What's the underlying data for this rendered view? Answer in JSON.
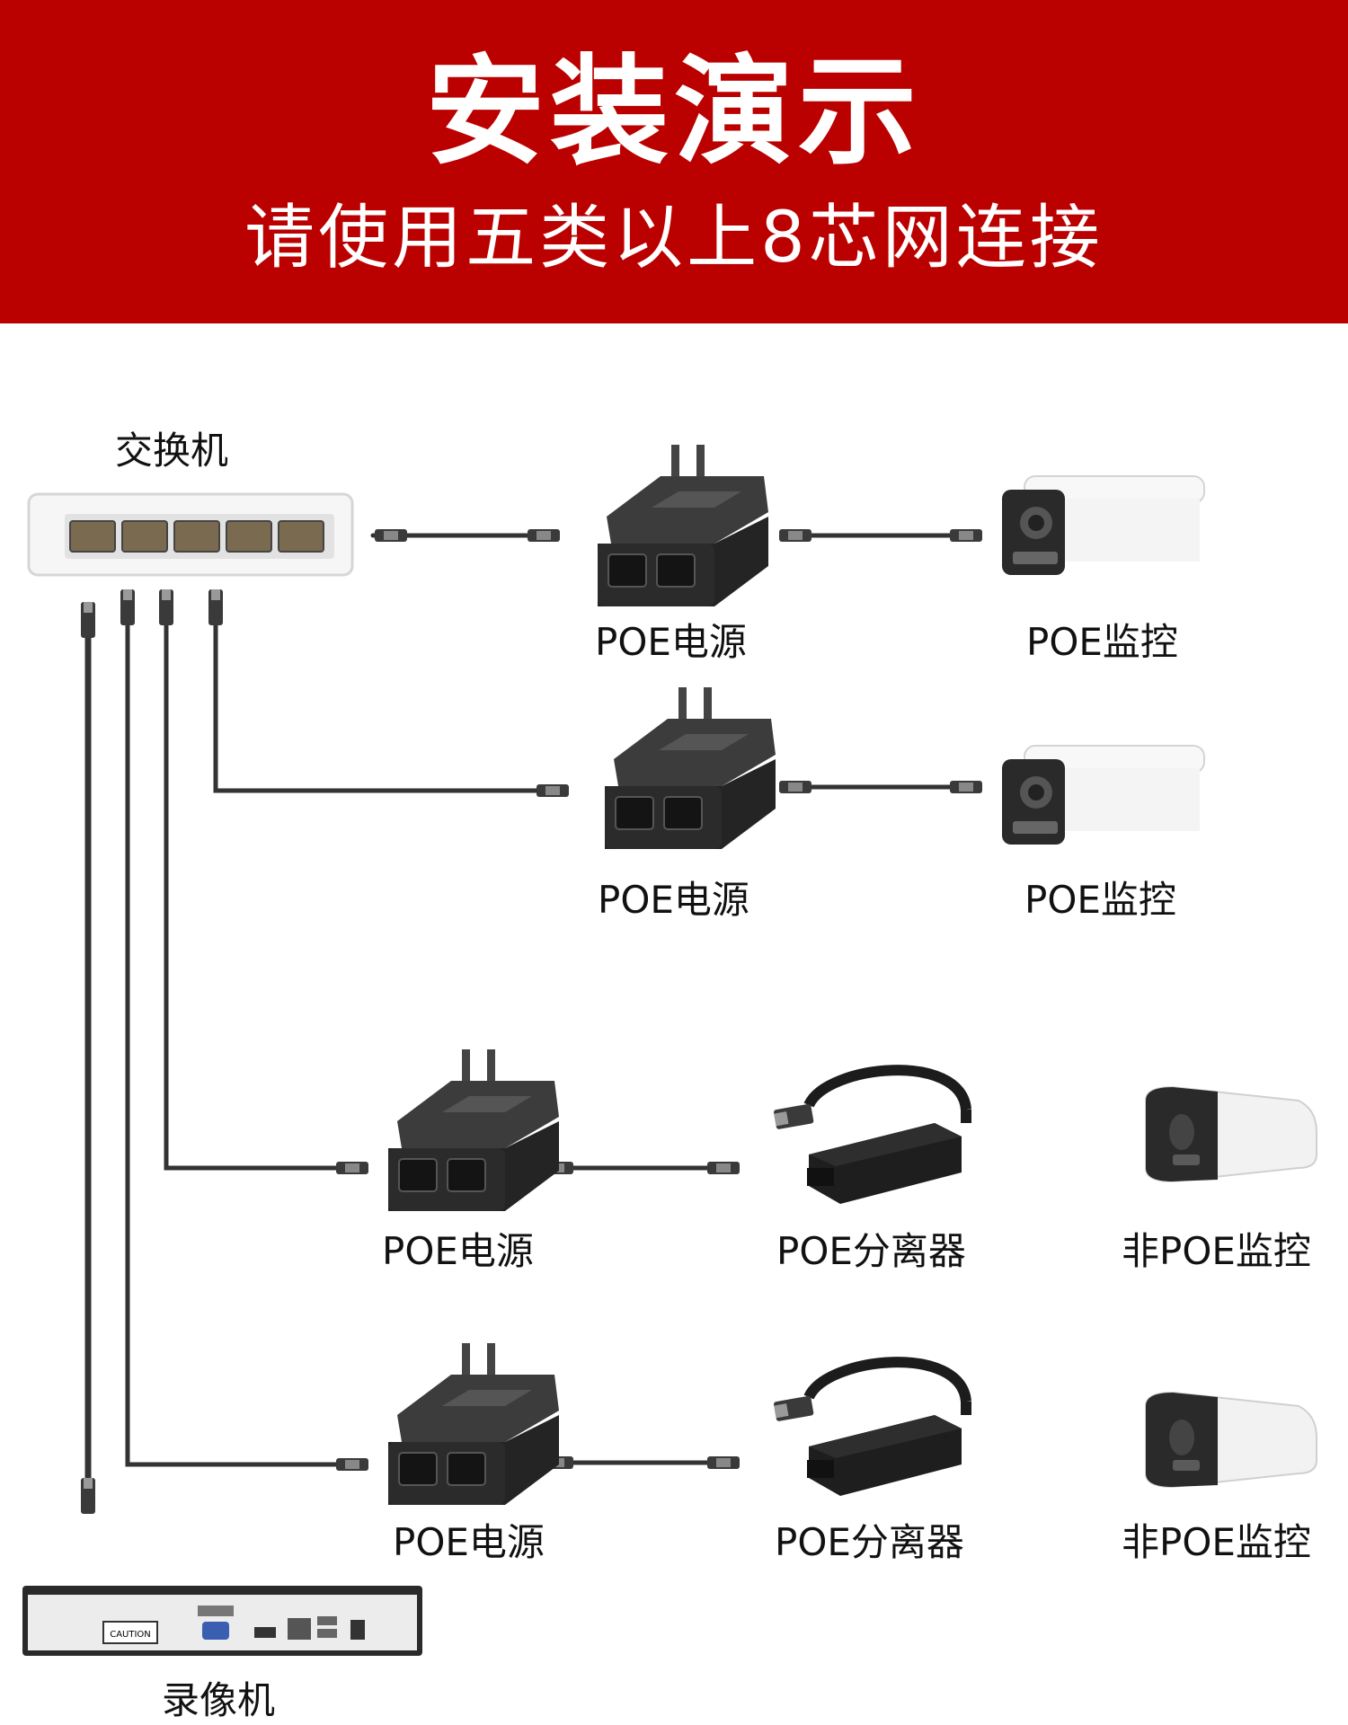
{
  "header": {
    "title": "安装演示",
    "subtitle": "请使用五类以上8芯网连接"
  },
  "labels": {
    "switch": "交换机",
    "nvr": "录像机",
    "poe_power_1": "POE电源",
    "poe_power_2": "POE电源",
    "poe_power_3": "POE电源",
    "poe_power_4": "POE电源",
    "poe_camera_1": "POE监控",
    "poe_camera_2": "POE监控",
    "poe_splitter_1": "POE分离器",
    "poe_splitter_2": "POE分离器",
    "non_poe_camera_1": "非POE监控",
    "non_poe_camera_2": "非POE监控"
  },
  "nvr_panel": {
    "caution": "CAUTION"
  },
  "colors": {
    "banner": "#bb0000",
    "cable": "#333333",
    "device_black": "#2a2a2a",
    "device_white": "#f2f2f2"
  }
}
